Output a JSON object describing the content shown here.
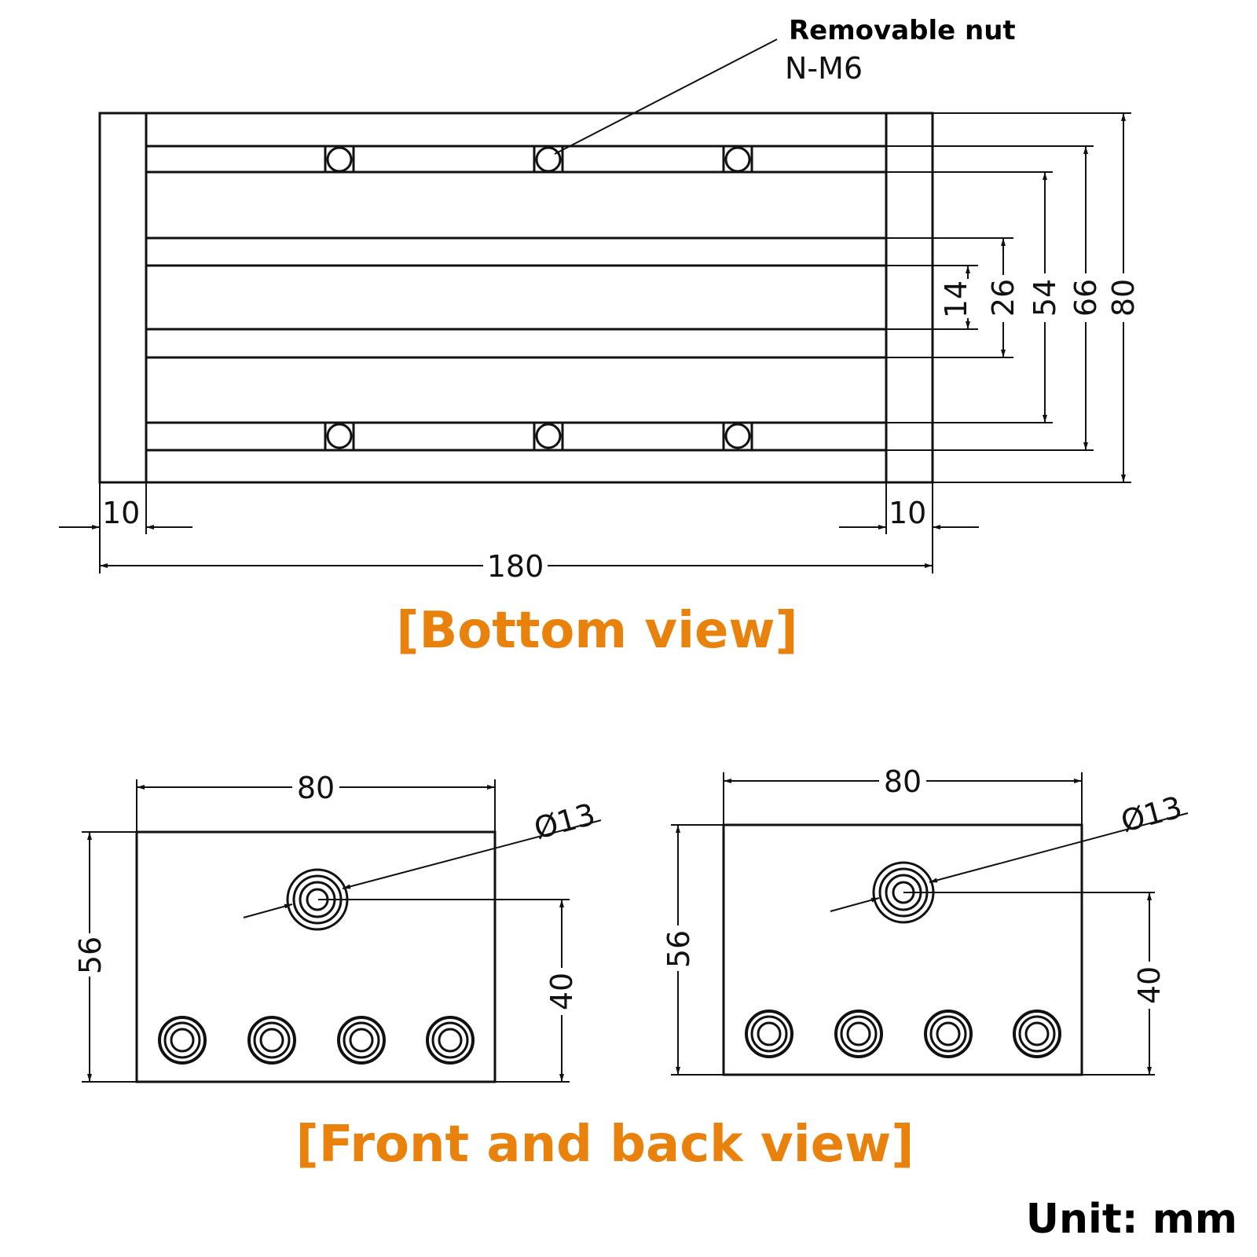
{
  "callout": {
    "title": "Removable nut",
    "sub": "N-M6"
  },
  "bottom_view": {
    "title": "[Bottom view]",
    "dims": {
      "d14": "14",
      "d26": "26",
      "d54": "54",
      "d66": "66",
      "d80": "80",
      "left_end": "10",
      "right_end": "10",
      "length": "180"
    }
  },
  "front_view": {
    "title": "[Front and back view]",
    "left": {
      "width": "80",
      "height": "56",
      "hole_height": "40",
      "diameter": "Ø13"
    },
    "right": {
      "width": "80",
      "height": "56",
      "hole_height": "40",
      "diameter": "Ø13"
    }
  },
  "unit": "Unit: mm",
  "colors": {
    "accent": "#E8820C",
    "line": "#111111"
  }
}
